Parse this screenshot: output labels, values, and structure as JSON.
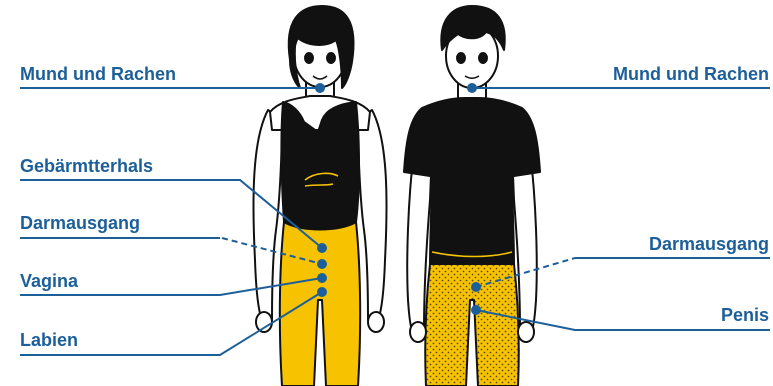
{
  "colors": {
    "label": "#1d5f99",
    "line": "#1d5f99",
    "pants": "#f7c300",
    "shirt": "#111111",
    "skin": "#ffffff"
  },
  "female": {
    "labels": {
      "mouth": "Mund und Rachen",
      "cervix": "Gebärmtterhals",
      "anus": "Darmausgang",
      "vagina": "Vagina",
      "labia": "Labien"
    }
  },
  "male": {
    "labels": {
      "mouth": "Mund und Rachen",
      "anus": "Darmausgang",
      "penis": "Penis"
    }
  }
}
